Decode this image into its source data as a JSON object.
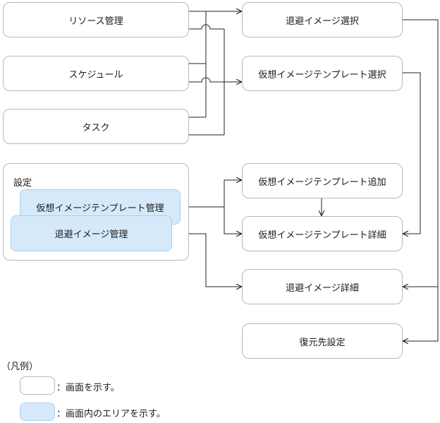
{
  "screens": {
    "resource_mgmt": "リソース管理",
    "schedule": "スケジュール",
    "task": "タスク",
    "evac_select": "退避イメージ選択",
    "vtemplate_select": "仮想イメージテンプレート選択",
    "vtemplate_add": "仮想イメージテンプレート追加",
    "vtemplate_detail": "仮想イメージテンプレート詳細",
    "evac_detail": "退避イメージ詳細",
    "restore_settings": "復元先設定"
  },
  "settings": {
    "label": "設定",
    "area_vtemplate": "仮想イメージテンプレート管理",
    "area_evac": "退避イメージ管理"
  },
  "legend": {
    "title": "（凡例）",
    "screen_desc": "：画面を示す。",
    "area_desc": "：画面内のエリアを示す。"
  },
  "colors": {
    "area_fill": "#d6e9fb",
    "area_border": "#a9cdf1",
    "box_border": "#b8b8b8",
    "line": "#222222"
  }
}
